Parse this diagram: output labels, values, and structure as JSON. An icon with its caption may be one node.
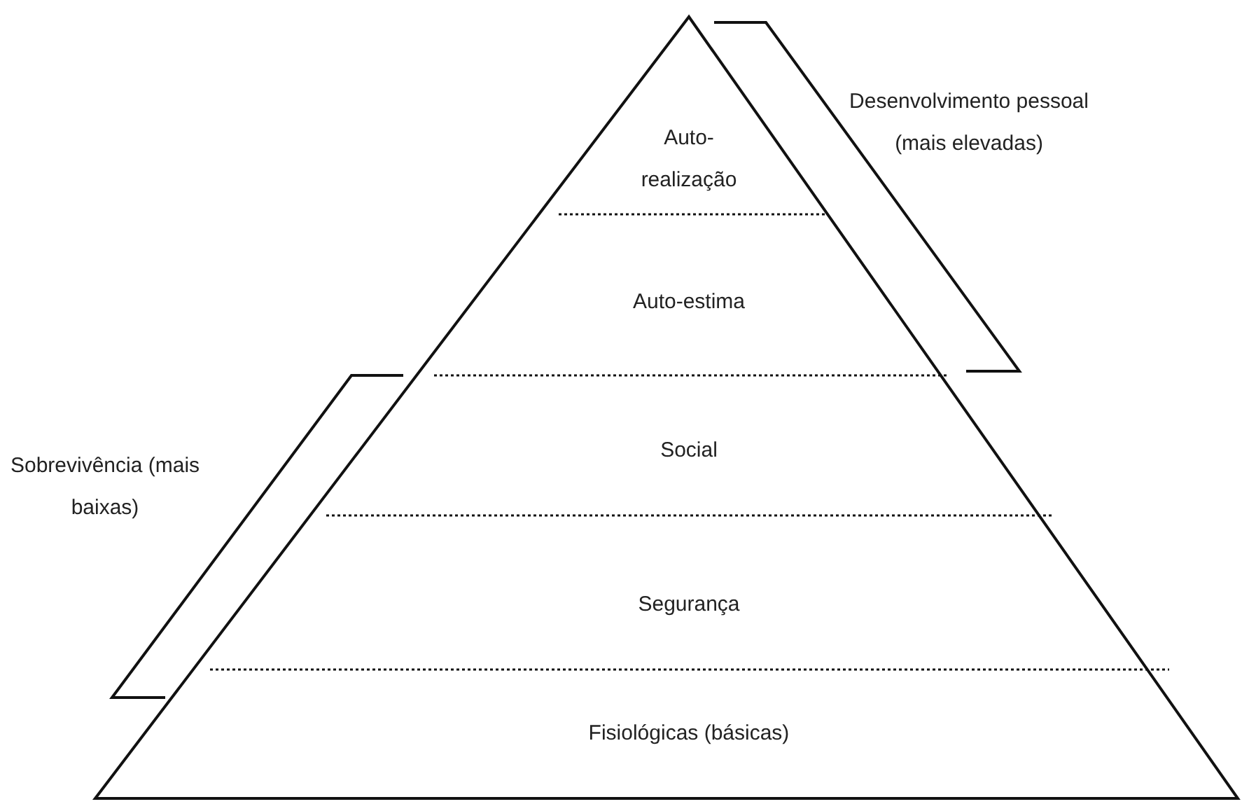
{
  "diagram": {
    "nodes": [
      {
        "text": [
          "Auto-realização"
        ]
      },
      {
        "text": [
          "Auto-estima"
        ]
      },
      {
        "text": [
          "Social"
        ]
      },
      {
        "text": [
          "Segurança"
        ]
      },
      {
        "text": [
          "Fisiológicas (básicas)"
        ]
      }
    ],
    "labels": [
      "Desenvolvimento pessoal (mais elevadas)",
      "Sobrevivência (mais baixas)"
    ]
  }
}
